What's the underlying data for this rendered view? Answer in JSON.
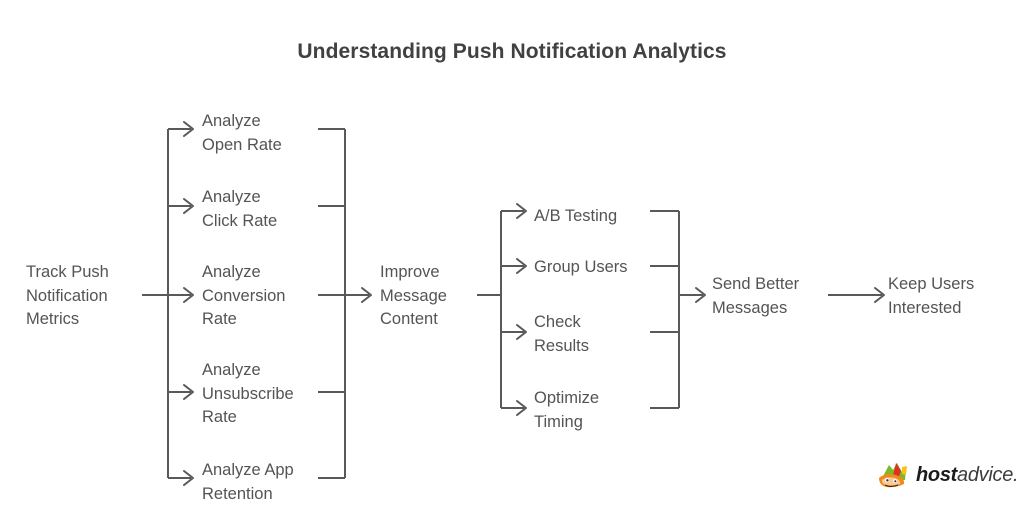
{
  "title": "Understanding Push Notification Analytics",
  "background_color": "#ffffff",
  "text_color": "#545454",
  "title_color": "#414141",
  "line_color": "#595959",
  "diagram": {
    "type": "flowchart",
    "direction": "left-to-right",
    "start_node": {
      "id": "track-push-notification-metrics",
      "label": "Track Push\nNotification\nMetrics"
    },
    "group_metrics": {
      "id": "analyze-metrics-group",
      "items": [
        {
          "id": "analyze-open-rate",
          "label": "Analyze\nOpen Rate"
        },
        {
          "id": "analyze-click-rate",
          "label": "Analyze\nClick Rate"
        },
        {
          "id": "analyze-conversion-rate",
          "label": "Analyze\nConversion\nRate"
        },
        {
          "id": "analyze-unsubscribe-rate",
          "label": "Analyze\nUnsubscribe\nRate"
        },
        {
          "id": "analyze-app-retention",
          "label": "Analyze App\nRetention"
        }
      ]
    },
    "middle_node": {
      "id": "improve-message-content",
      "label": "Improve\nMessage\nContent"
    },
    "group_optimize": {
      "id": "optimize-group",
      "items": [
        {
          "id": "ab-testing",
          "label": "A/B Testing"
        },
        {
          "id": "group-users",
          "label": "Group Users"
        },
        {
          "id": "check-results",
          "label": "Check\nResults"
        },
        {
          "id": "optimize-timing",
          "label": "Optimize\nTiming"
        }
      ]
    },
    "node_send_better_messages": {
      "id": "send-better-messages",
      "label": "Send Better\nMessages"
    },
    "node_keep_users_interested": {
      "id": "keep-users-interested",
      "label": "Keep Users\nInterested"
    }
  },
  "logo": {
    "primary_text": "host",
    "secondary_text": "advice.",
    "mark_colors": {
      "orange": "#f08a1e",
      "green": "#7cb829",
      "red": "#e03020",
      "yellow": "#f5c518",
      "white": "#ffffff",
      "dark": "#3a2a16"
    }
  }
}
